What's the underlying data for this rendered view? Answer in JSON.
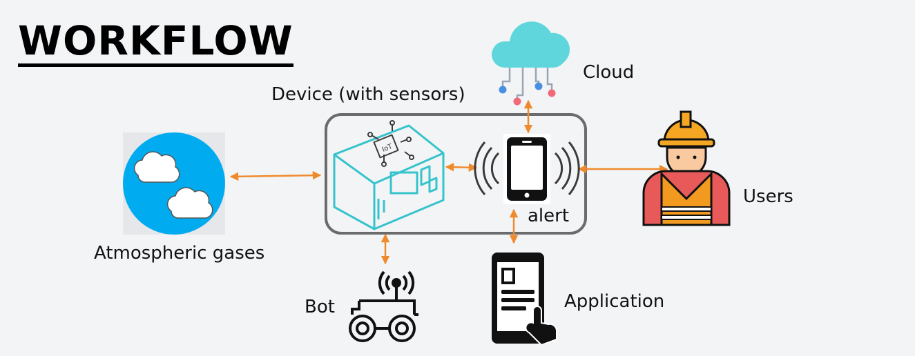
{
  "title": "WORKFLOW",
  "labels": {
    "cloud": "Cloud",
    "device": "Device (with sensors)",
    "users": "Users",
    "atmospheric": "Atmospheric gases",
    "alert": "alert",
    "bot": "Bot",
    "application": "Application"
  },
  "icons": [
    "cloud-network-icon",
    "iot-device-icon",
    "smartphone-vibrate-icon",
    "worker-icon",
    "clouds-circle-icon",
    "robot-car-icon",
    "phone-app-touch-icon"
  ],
  "colors": {
    "arrow": "#ef8a2c",
    "cloud": "#5fd6dc",
    "device": "#36c3cc",
    "sky": "#00acef",
    "helmet": "#f5a623",
    "vest": "#f29a1f",
    "frame": "#6b6b6b"
  }
}
